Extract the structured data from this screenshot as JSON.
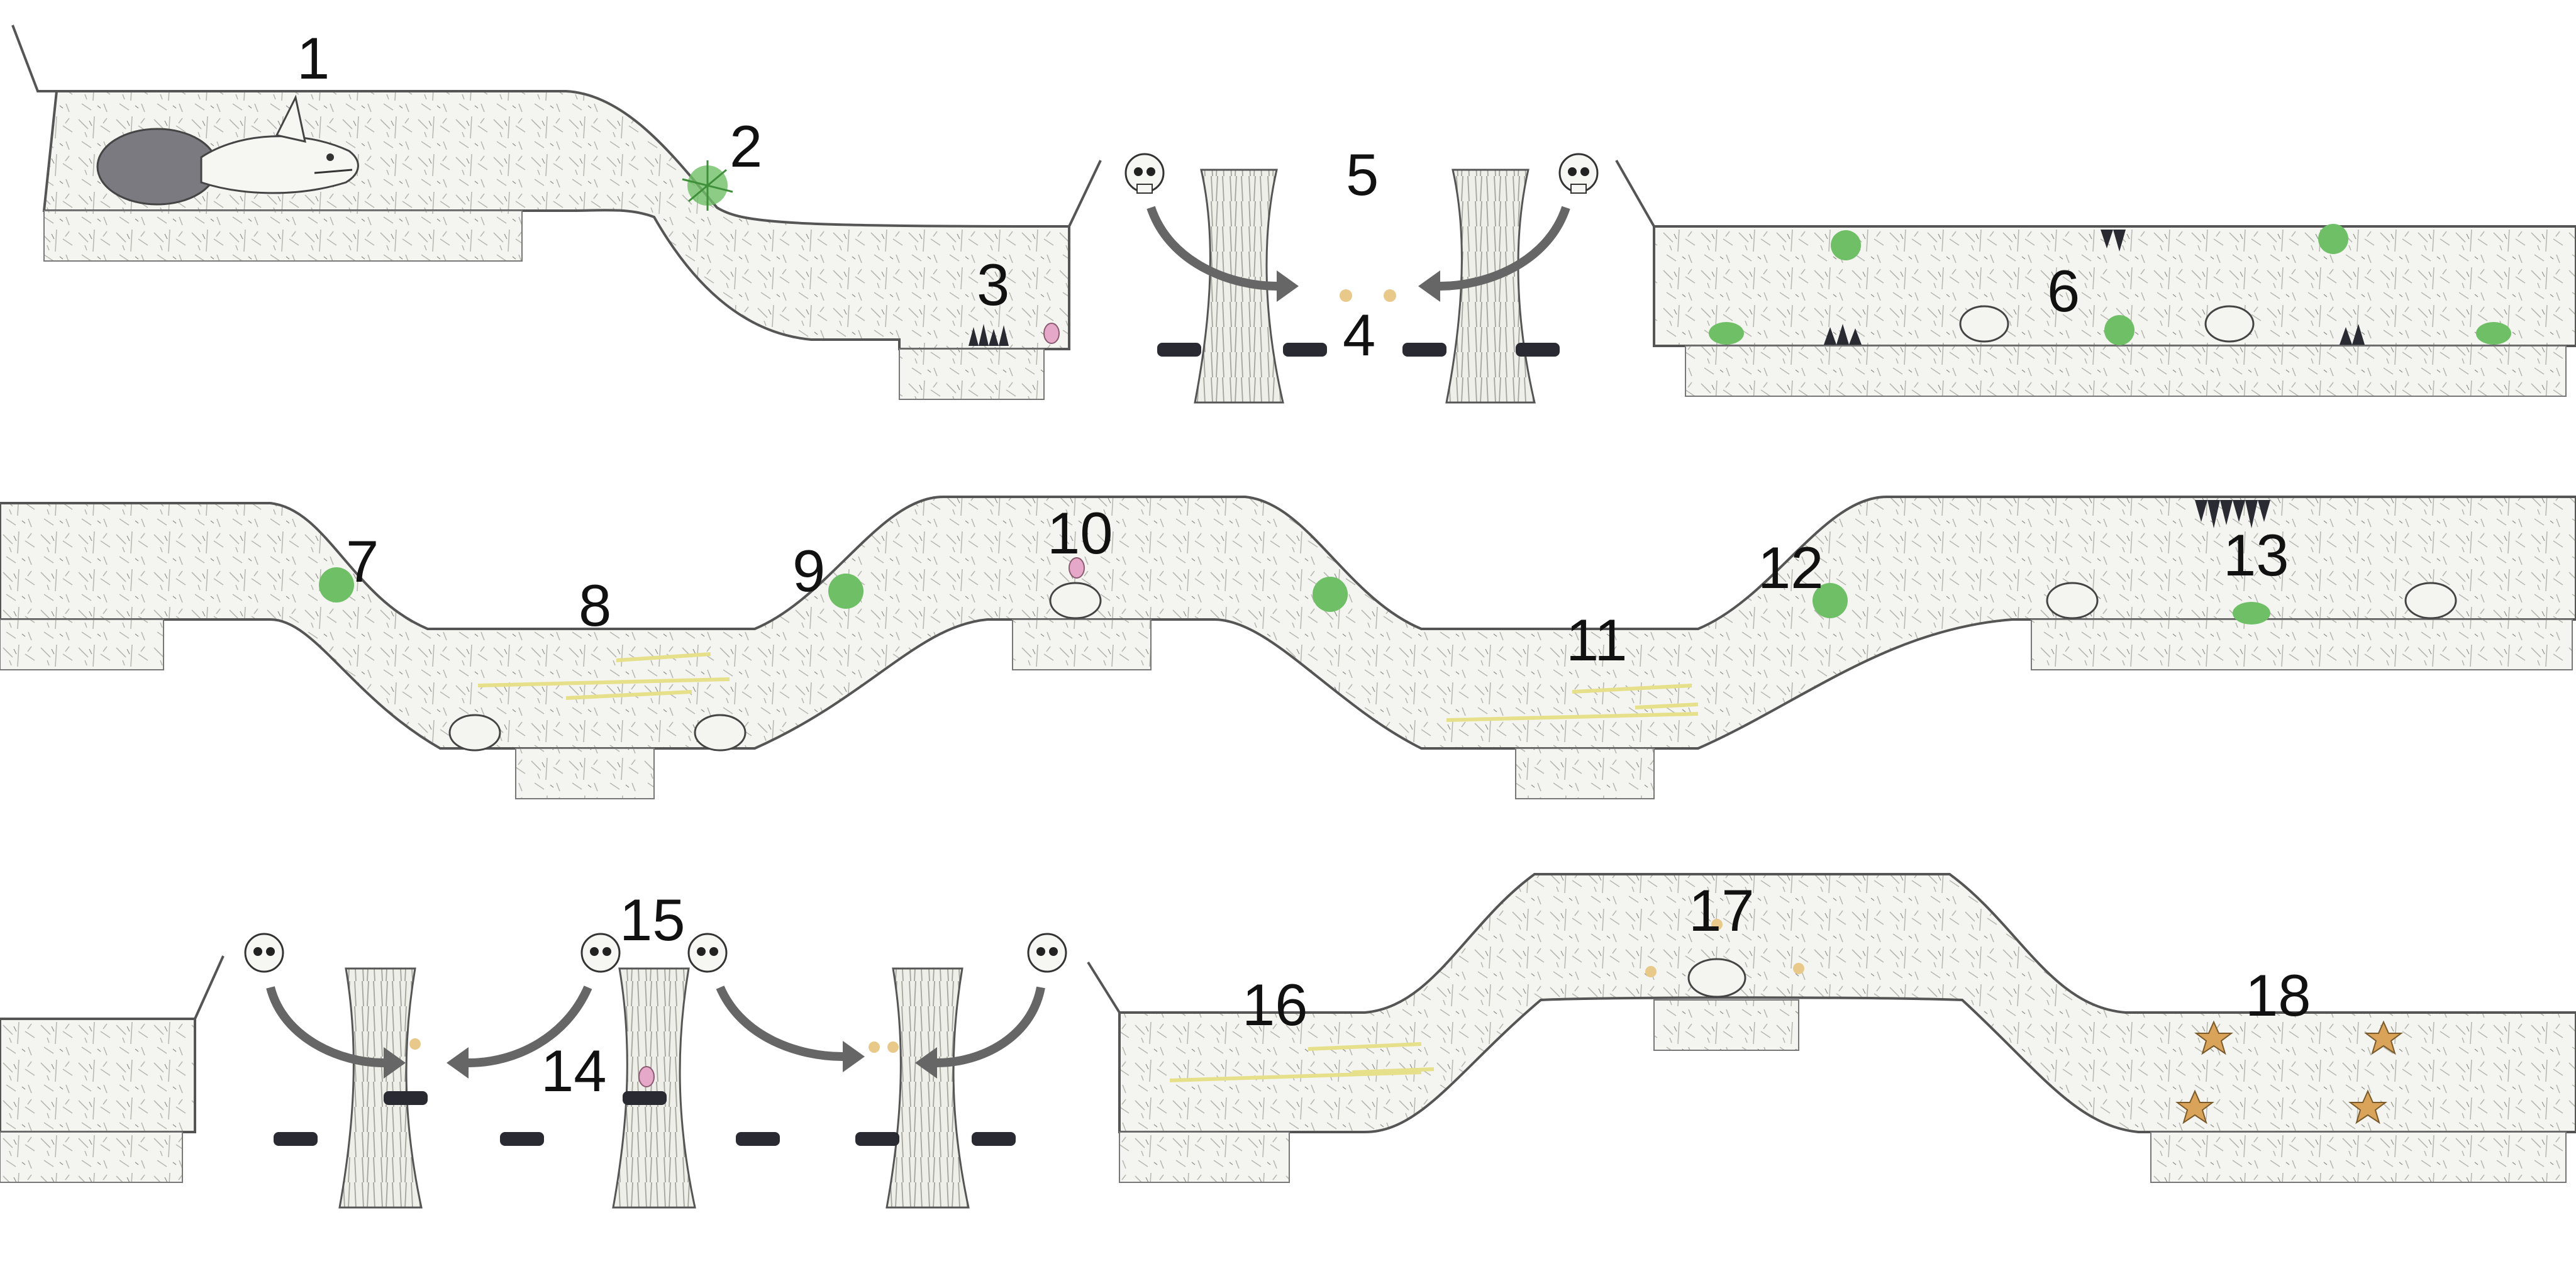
{
  "level_map": {
    "labels": [
      {
        "id": "1",
        "text": "1",
        "meaning": "stone fish boss in cave"
      },
      {
        "id": "2",
        "text": "2",
        "meaning": "green crystal plant on wall"
      },
      {
        "id": "3",
        "text": "3",
        "meaning": "dark spikes with pink egg"
      },
      {
        "id": "4",
        "text": "4",
        "meaning": "small golden critters"
      },
      {
        "id": "5",
        "text": "5",
        "meaning": "skull trees with swing arrows"
      },
      {
        "id": "6",
        "text": "6",
        "meaning": "long corridor with plants, boulders, spikes"
      },
      {
        "id": "7",
        "text": "7",
        "meaning": "green plant on slope"
      },
      {
        "id": "8",
        "text": "8",
        "meaning": "yellow thorn vines in valley"
      },
      {
        "id": "9",
        "text": "9",
        "meaning": "green plant on slope"
      },
      {
        "id": "10",
        "text": "10",
        "meaning": "boulder with pink egg"
      },
      {
        "id": "11",
        "text": "11",
        "meaning": "yellow thorn vines in valley"
      },
      {
        "id": "12",
        "text": "12",
        "meaning": "green plant on slope"
      },
      {
        "id": "13",
        "text": "13",
        "meaning": "ceiling spikes and slug"
      },
      {
        "id": "14",
        "text": "14",
        "meaning": "central tree with pink egg"
      },
      {
        "id": "15",
        "text": "15",
        "meaning": "two skulls over central tree"
      },
      {
        "id": "16",
        "text": "16",
        "meaning": "yellow thorn vines"
      },
      {
        "id": "17",
        "text": "17",
        "meaning": "boulder with critters on hill"
      },
      {
        "id": "18",
        "text": "18",
        "meaning": "orange star creatures"
      }
    ],
    "colors": {
      "ink": "#555555",
      "rock_fill": "#f4f4f0",
      "plant_green": "#5fae55",
      "vine_yellow": "#e6e08a",
      "spike_dark": "#2a2a33",
      "egg_pink": "#e5a8c8",
      "star_orange": "#d9a35a",
      "critter_gold": "#e8c98a"
    },
    "icons": [
      "skull-icon",
      "curved-arrow-icon",
      "boulder-icon",
      "spike-cluster-icon",
      "plant-icon",
      "slug-icon",
      "star-creature-icon",
      "fish-boss-icon",
      "egg-icon"
    ]
  }
}
